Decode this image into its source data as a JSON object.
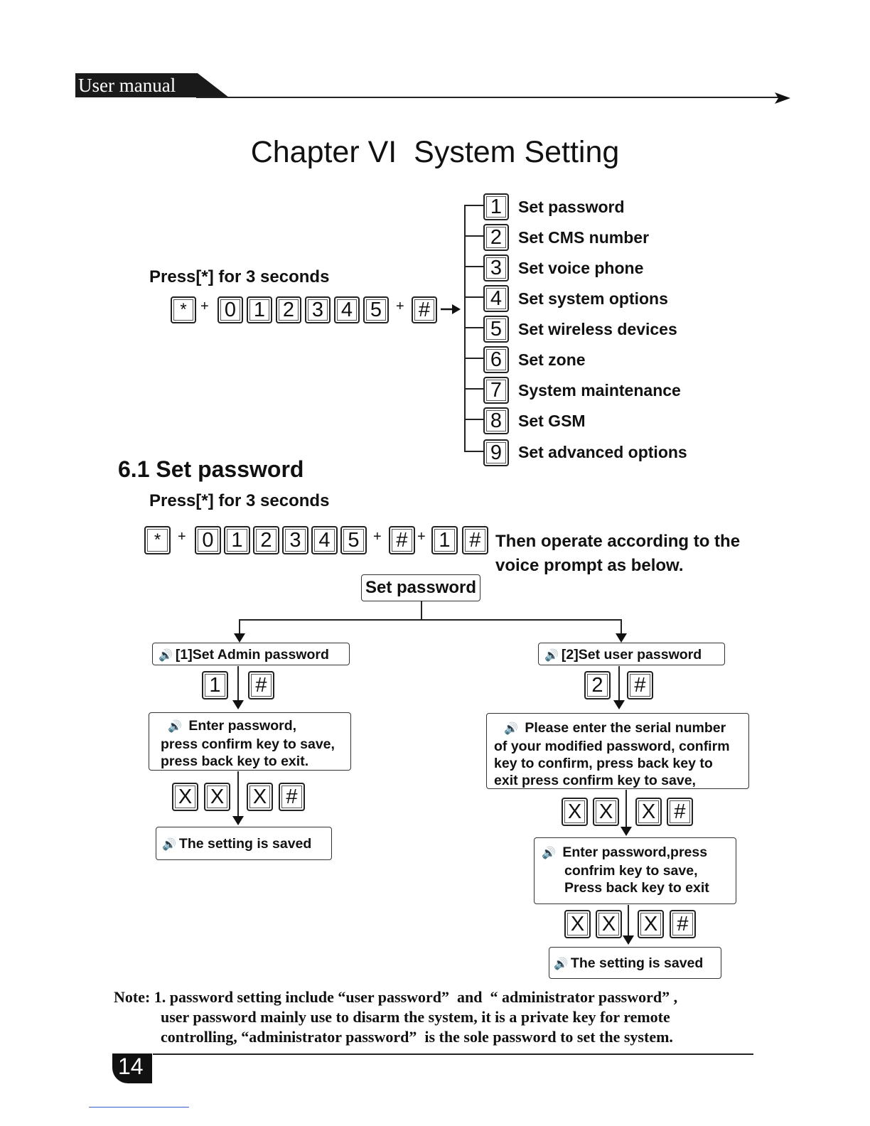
{
  "header": {
    "label": "User manual"
  },
  "title": "Chapter VI  System Setting",
  "menu": {
    "press_text": "Press[*] for 3 seconds",
    "sequence": [
      "*",
      "0",
      "1",
      "2",
      "3",
      "4",
      "5",
      "#"
    ],
    "items": [
      {
        "num": "1",
        "label": "Set password"
      },
      {
        "num": "2",
        "label": "Set CMS number"
      },
      {
        "num": "3",
        "label": "Set voice phone"
      },
      {
        "num": "4",
        "label": "Set system options"
      },
      {
        "num": "5",
        "label": "Set wireless devices"
      },
      {
        "num": "6",
        "label": "Set zone"
      },
      {
        "num": "7",
        "label": "System maintenance"
      },
      {
        "num": "8",
        "label": "Set GSM"
      },
      {
        "num": "9",
        "label": "Set advanced options"
      }
    ]
  },
  "section": {
    "heading": "6.1 Set password",
    "press_text": "Press[*] for 3 seconds",
    "sequence": [
      "*",
      "0",
      "1",
      "2",
      "3",
      "4",
      "5",
      "#",
      "1",
      "#"
    ],
    "then_text_1": "Then operate according to the",
    "then_text_2": "voice prompt as below.",
    "root_box": "Set password",
    "left": {
      "title": "[1]Set Admin password",
      "keys1": [
        "1",
        "#"
      ],
      "prompt": [
        "Enter password,",
        "press confirm key to save,",
        "press back key to exit."
      ],
      "keys2": [
        "X",
        "X",
        "X",
        "#"
      ],
      "result": "The setting is saved"
    },
    "right": {
      "title": "[2]Set user password",
      "keys1": [
        "2",
        "#"
      ],
      "prompt": [
        "Please enter the serial number",
        "of your modified password, confirm",
        "key to confirm, press back key to",
        "exit press confirm key to save,"
      ],
      "keys2": [
        "X",
        "X",
        "X",
        "#"
      ],
      "prompt2": [
        "Enter password,press",
        "confrim key to save,",
        "Press back key to exit"
      ],
      "keys3": [
        "X",
        "X",
        "X",
        "#"
      ],
      "result": "The setting is saved"
    }
  },
  "note": {
    "line1": "Note: 1. password setting include “user password”  and  “ administrator password” ,",
    "line2": "user password mainly use to disarm the system, it is a private key for remote",
    "line3": "controlling, “administrator password”  is the sole password to set the system."
  },
  "page_number": "14"
}
